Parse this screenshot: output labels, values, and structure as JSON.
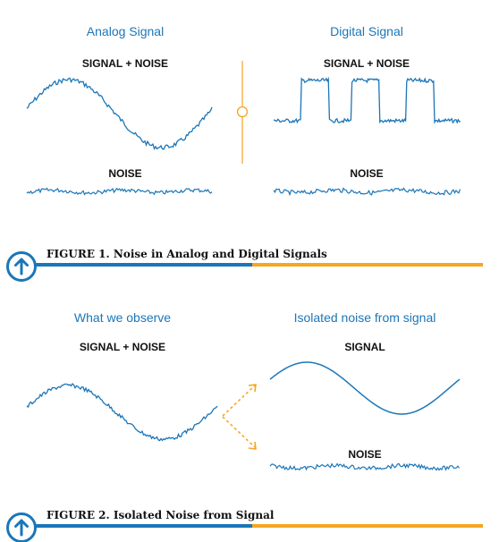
{
  "figure1": {
    "left_heading": "Analog Signal",
    "right_heading": "Digital Signal",
    "left_signal_label": "SIGNAL + NOISE",
    "right_signal_label": "SIGNAL + NOISE",
    "left_noise_label": "NOISE",
    "right_noise_label": "NOISE",
    "caption": "FIGURE 1. Noise in Analog and Digital Signals"
  },
  "figure2": {
    "left_heading": "What we observe",
    "right_heading": "Isolated noise from signal",
    "left_signal_label": "SIGNAL + NOISE",
    "right_signal_label": "SIGNAL",
    "right_noise_label": "NOISE",
    "caption": "FIGURE 2. Isolated Noise from Signal"
  },
  "colors": {
    "wave": "#1b76b8",
    "accent": "#f5a623",
    "divider": "#f5a623",
    "bar_blue": "#1b76b8",
    "bar_orange": "#f5a623"
  },
  "icons": {
    "up_arrow": "circle-up-arrow-icon"
  }
}
